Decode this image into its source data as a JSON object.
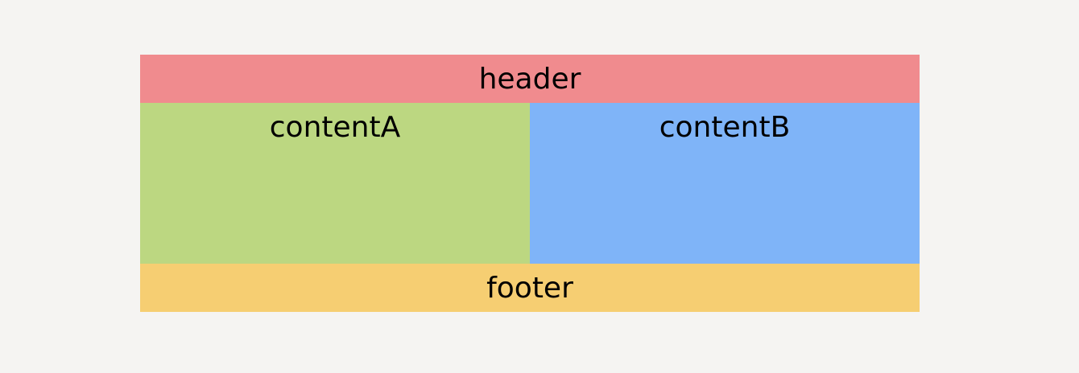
{
  "regions": {
    "header": {
      "label": "header",
      "color": "#f08b8e"
    },
    "contentA": {
      "label": "contentA",
      "color": "#bcd781"
    },
    "contentB": {
      "label": "contentB",
      "color": "#7fb4f8"
    },
    "footer": {
      "label": "footer",
      "color": "#f6ce72"
    }
  },
  "colors": {
    "background": "#f5f4f2",
    "text": "#000000"
  }
}
